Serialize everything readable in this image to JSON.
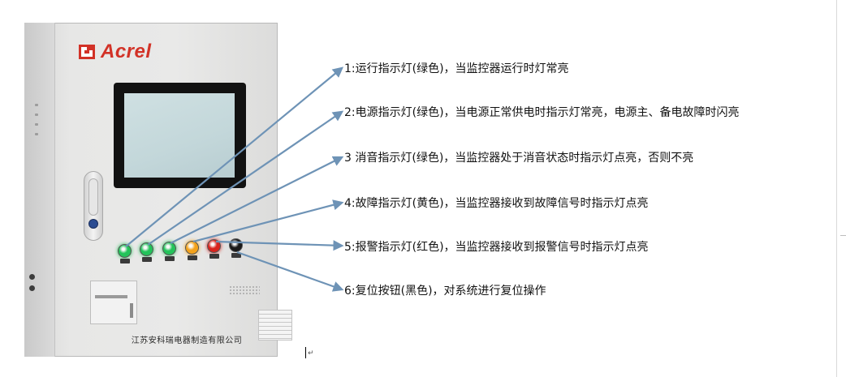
{
  "device": {
    "brand": "Acrel",
    "manufacturer": "江苏安科瑞电器制造有限公司"
  },
  "colors": {
    "arrow": "#6e93b6",
    "arrow_outline": "#4a6f91",
    "logo_red": "#d23227",
    "lamp_green": "#23c35a",
    "lamp_yellow": "#f3a21b",
    "lamp_red": "#d8241e",
    "button_black": "#1a1a1a"
  },
  "indicators": [
    {
      "id": 1,
      "kind": "lamp",
      "color": "green",
      "label": "1:运行指示灯(绿色)，当监控器运行时灯常亮"
    },
    {
      "id": 2,
      "kind": "lamp",
      "color": "green",
      "label": "2:电源指示灯(绿色)，当电源正常供电时指示灯常亮，电源主、备电故障时闪亮"
    },
    {
      "id": 3,
      "kind": "lamp",
      "color": "green",
      "label": "3 消音指示灯(绿色)，当监控器处于消音状态时指示灯点亮，否则不亮"
    },
    {
      "id": 4,
      "kind": "lamp",
      "color": "yellow",
      "label": "4:故障指示灯(黄色)，当监控器接收到故障信号时指示灯点亮"
    },
    {
      "id": 5,
      "kind": "lamp",
      "color": "red",
      "label": "5:报警指示灯(红色)，当监控器接收到报警信号时指示灯点亮"
    },
    {
      "id": 6,
      "kind": "button",
      "color": "black",
      "label": "6:复位按钮(黑色)，对系统进行复位操作"
    }
  ],
  "paragraph_mark": "↵"
}
